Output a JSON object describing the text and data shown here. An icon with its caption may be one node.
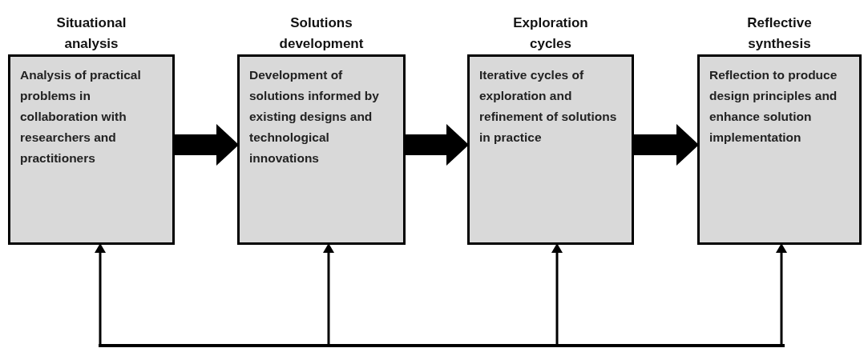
{
  "diagram": {
    "nodes": [
      {
        "text": [
          "Situational analysis",
          "Analysis of practical problems in collaboration with researchers and practitioners"
        ]
      },
      {
        "text": [
          "Solutions development",
          "Development of solutions informed by existing designs and technological innovations"
        ]
      },
      {
        "text": [
          "Exploration cycles",
          "Iterative cycles of exploration and refinement of solutions in practice"
        ]
      },
      {
        "text": [
          "Reflective synthesis",
          "Reflection to produce design principles and enhance solution implementation"
        ]
      },
      {
        "text": [],
        "shape": "bar"
      }
    ],
    "edges": [
      {
        "from": 0,
        "to": 1,
        "arrow": "to",
        "style": "thick"
      },
      {
        "from": 1,
        "to": 2,
        "arrow": "to",
        "style": "thick"
      },
      {
        "from": 2,
        "to": 3,
        "arrow": "to",
        "style": "thick"
      },
      {
        "from": 4,
        "to": 0,
        "arrow": "to"
      },
      {
        "from": 4,
        "to": 1,
        "arrow": "to"
      },
      {
        "from": 4,
        "to": 2,
        "arrow": "to"
      },
      {
        "from": 4,
        "to": 3,
        "arrow": "to"
      }
    ]
  }
}
